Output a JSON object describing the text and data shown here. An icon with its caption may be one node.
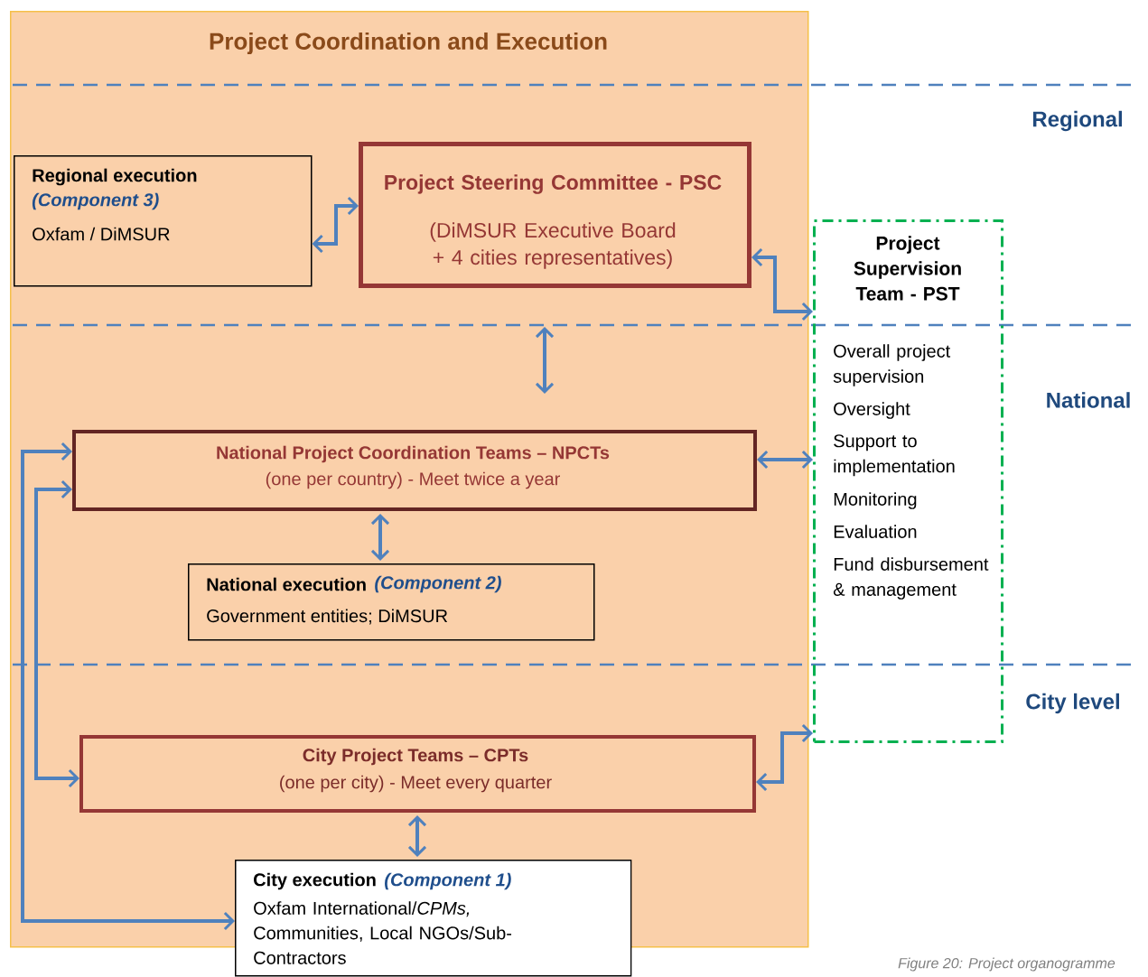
{
  "diagram": {
    "caption": "Figure 20: Project organogramme",
    "nodes": [
      {
        "text": [
          "Project Coordination and Execution"
        ]
      },
      {
        "text": [
          "Regional execution",
          "(Component 3)",
          "Oxfam / DiMSUR"
        ],
        "in": 0
      },
      {
        "text": [
          "Project Steering Committee - PSC",
          "(DiMSUR Executive Board + 4 cities representatives)"
        ],
        "in": 0
      },
      {
        "text": [
          "Project Supervision Team - PST",
          "Overall project supervision",
          "Oversight",
          "Support to implementation",
          "Monitoring",
          "Evaluation",
          "Fund disbursement & management"
        ]
      },
      {
        "text": [
          "National Project Coordination Teams – NPCTs",
          "(one per country) - Meet twice a year"
        ],
        "in": 0
      },
      {
        "text": [
          "National execution",
          "(Component 2)",
          "Government entities; DiMSUR"
        ],
        "in": 0
      },
      {
        "text": [
          "City Project Teams – CPTs",
          "(one per city) - Meet every quarter"
        ],
        "in": 0
      },
      {
        "text": [
          "City execution",
          "(Component 1)",
          "Oxfam International/*CPMs,* Communities, Local NGOs/Sub-Contractors"
        ]
      }
    ],
    "edges": [
      {
        "from": 1,
        "to": 2,
        "arrow": "both"
      },
      {
        "from": 2,
        "to": 3,
        "arrow": "both"
      },
      {
        "from": 2,
        "to": 4,
        "arrow": "both"
      },
      {
        "from": 4,
        "to": 3,
        "arrow": "both"
      },
      {
        "from": 4,
        "to": 5,
        "arrow": "both"
      },
      {
        "from": 6,
        "to": 3,
        "arrow": "both"
      },
      {
        "from": 6,
        "to": 7,
        "arrow": "both"
      },
      {
        "from": 4,
        "to": 7,
        "arrow": "both"
      },
      {
        "from": 4,
        "to": 6,
        "arrow": "both"
      }
    ],
    "labels": [
      "Regional",
      "National",
      "City level"
    ]
  }
}
